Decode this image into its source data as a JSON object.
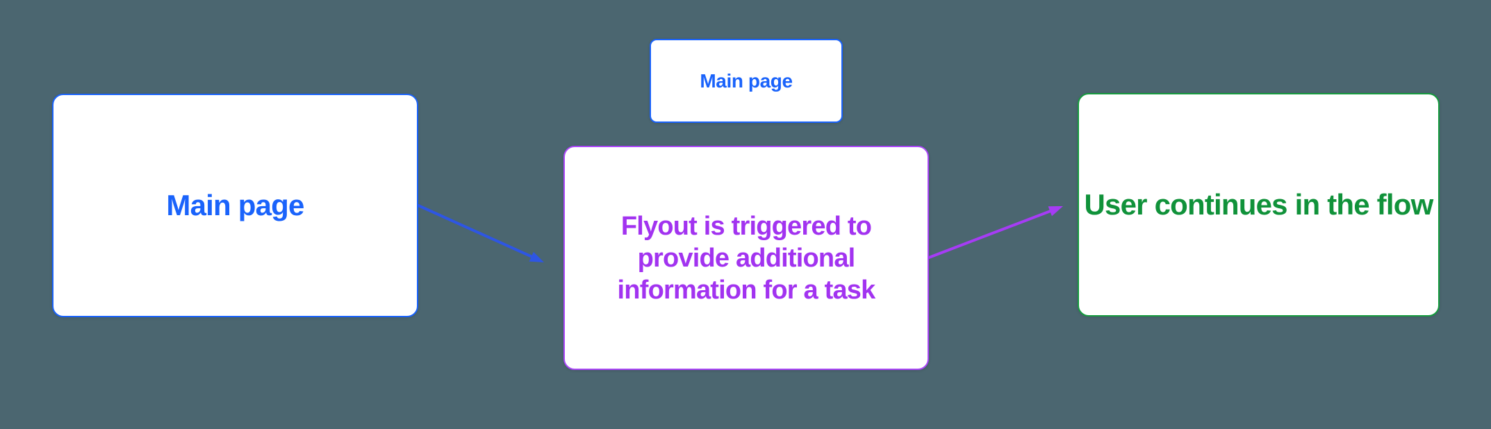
{
  "colors": {
    "bg": "#4B6670",
    "node-bg": "#FFFFFF",
    "blue": "#1A63FB",
    "blue-arrow": "#2E56E4",
    "purple-border": "#AB47F8",
    "purple-text": "#A233F0",
    "purple-arrow": "#A63CF5",
    "green-border": "#159C3E",
    "green-text": "#10923A"
  },
  "nodes": {
    "main_page": {
      "label": "Main page"
    },
    "main_page_small": {
      "label": "Main page"
    },
    "flyout": {
      "label": "Flyout is triggered to provide additional information for a task",
      "line1": "Flyout is triggered to",
      "line2": "provide additional",
      "line3": "information for a task"
    },
    "user_flow": {
      "label": "User continues in the flow"
    }
  },
  "edges": [
    {
      "from": "main-page",
      "to": "flyout",
      "color": "blue"
    },
    {
      "from": "flyout",
      "to": "user-continues",
      "color": "purple"
    }
  ]
}
